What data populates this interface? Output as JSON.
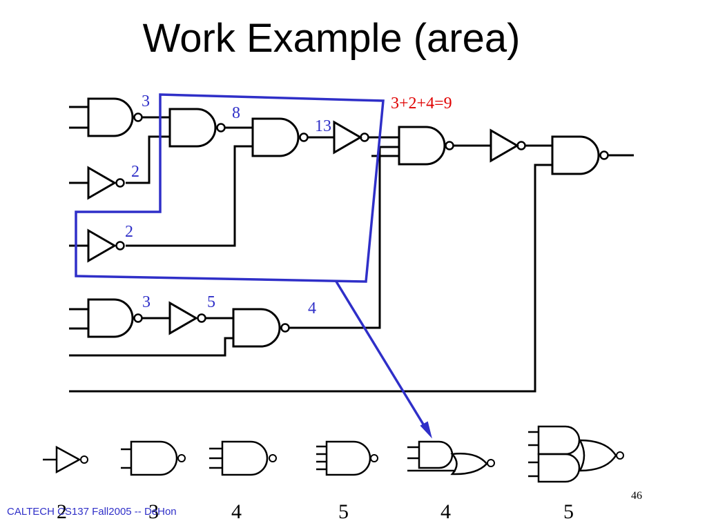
{
  "slide": {
    "title": "Work Example (area)",
    "footer": "CALTECH CS137 Fall2005 -- DeHon",
    "page_number": "46"
  },
  "diagram": {
    "annotations": {
      "a3": "3",
      "a8": "8",
      "a13": "13",
      "a2_top": "2",
      "a2_mid": "2",
      "b3": "3",
      "b5": "5",
      "b4": "4",
      "sum": "3+2+4=9"
    },
    "colors": {
      "wire": "#000000",
      "highlight": "#2f2fc8",
      "sum": "#e00000"
    }
  },
  "library": {
    "costs": [
      "2",
      "3",
      "4",
      "5",
      "4",
      "5"
    ]
  }
}
